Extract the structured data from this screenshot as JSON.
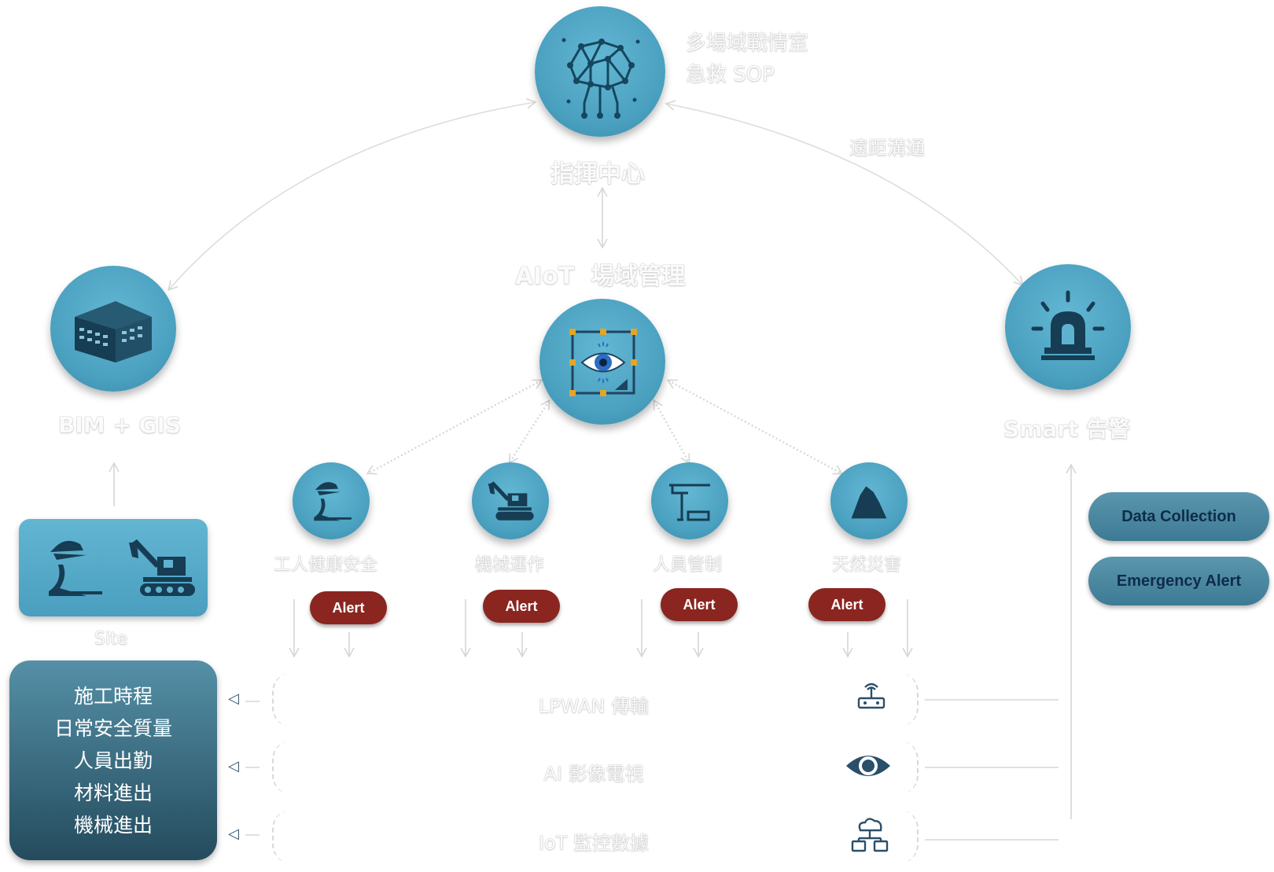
{
  "command_center": {
    "label": "指揮中心",
    "note_line1": "多場域戰情室",
    "note_line2": "急救 SOP",
    "remote_label": "遠距溝通"
  },
  "aiot": {
    "label": "AIoT  場域管理"
  },
  "bim": {
    "label": "BIM + GIS"
  },
  "smart_alert": {
    "label": "Smart 告警"
  },
  "site": {
    "label": "Site"
  },
  "categories": [
    {
      "label": "工人健康安全",
      "icon": "worker-icon"
    },
    {
      "label": "機械運作",
      "icon": "excavator-icon"
    },
    {
      "label": "人員管制",
      "icon": "gate-icon"
    },
    {
      "label": "天然災害",
      "icon": "mountain-icon"
    }
  ],
  "alerts": [
    "Alert",
    "Alert",
    "Alert",
    "Alert"
  ],
  "info_items": [
    "施工時程",
    "日常安全質量",
    "人員出勤",
    "材料進出",
    "機械進出"
  ],
  "bands": [
    {
      "label": "LPWAN 傳輸",
      "icon": "router-icon"
    },
    {
      "label": "AI 影像電視",
      "icon": "eye-icon"
    },
    {
      "label": "IoT 監控數據",
      "icon": "cloud-network-icon"
    }
  ],
  "pills": {
    "data_collection": "Data Collection",
    "emergency_alert": "Emergency Alert"
  },
  "colors": {
    "circle": "#4aa0bf",
    "alert": "#8a2520",
    "info_box": "#2f5a6d",
    "pill_text": "#0e2c4a"
  }
}
